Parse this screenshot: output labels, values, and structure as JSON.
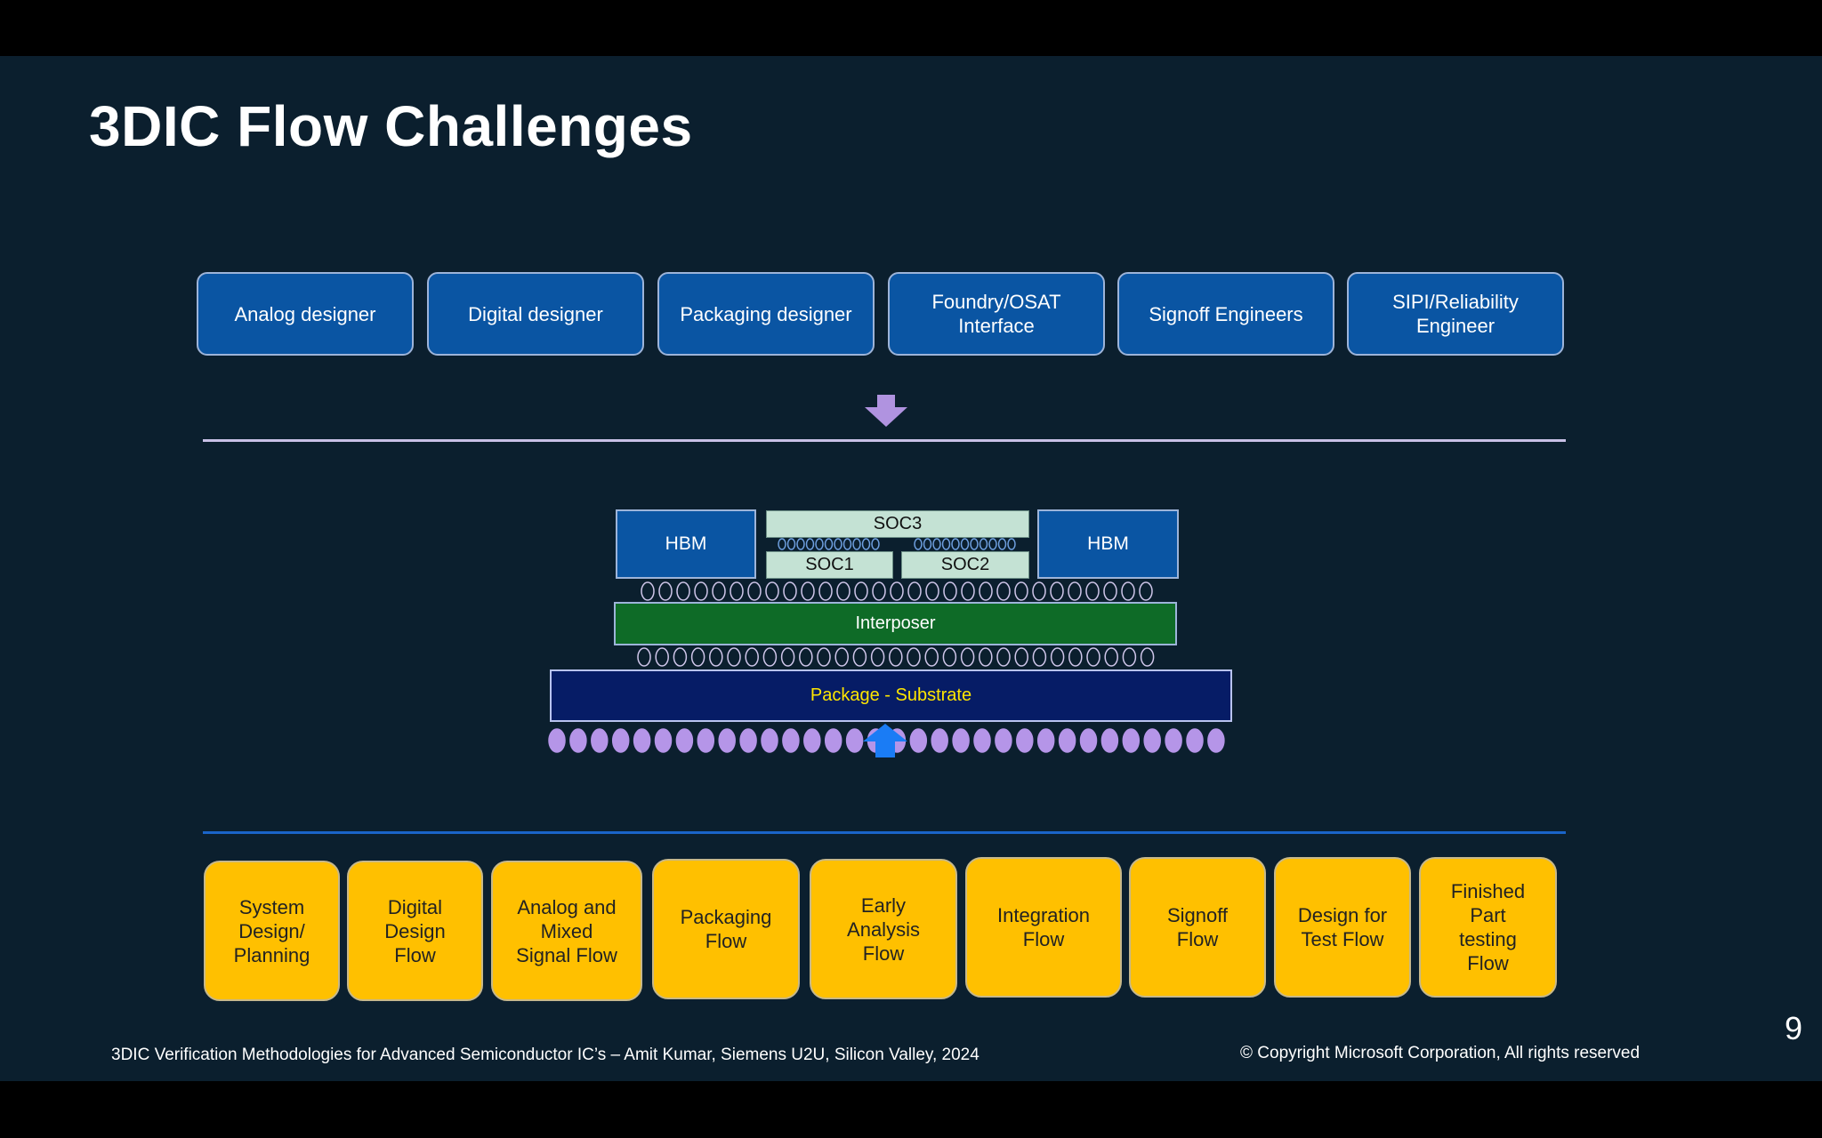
{
  "title": "3DIC Flow Challenges",
  "roles": [
    "Analog designer",
    "Digital designer",
    "Packaging designer",
    "Foundry/OSAT\nInterface",
    "Signoff Engineers",
    "SIPI/Reliability\nEngineer"
  ],
  "stack": {
    "hbm_left": "HBM",
    "hbm_right": "HBM",
    "soc3": "SOC3",
    "soc1": "SOC1",
    "soc2": "SOC2",
    "interposer": "Interposer",
    "substrate": "Package - Substrate"
  },
  "flows": [
    "System\nDesign/\nPlanning",
    "Digital\nDesign\nFlow",
    "Analog and\nMixed\nSignal Flow",
    "Packaging\nFlow",
    "Early\nAnalysis\nFlow",
    "Integration\nFlow",
    "Signoff\nFlow",
    "Design for\nTest Flow",
    "Finished\nPart\ntesting\nFlow"
  ],
  "footer": {
    "citation": "3DIC Verification Methodologies for Advanced Semiconductor IC’s – Amit Kumar, Siemens U2U, Silicon Valley, 2024",
    "copyright": "© Copyright Microsoft Corporation, All rights reserved"
  },
  "page_number": "9",
  "colors": {
    "background": "#0b1f2e",
    "role_box": "#0a55a3",
    "flow_box": "#ffc000",
    "interposer": "#0e6b27",
    "substrate": "#061c66",
    "substrate_text": "#ffe600",
    "soc": "#c4e2d4",
    "top_arrow": "#b093e0",
    "bottom_arrow": "#1a7cf5"
  }
}
